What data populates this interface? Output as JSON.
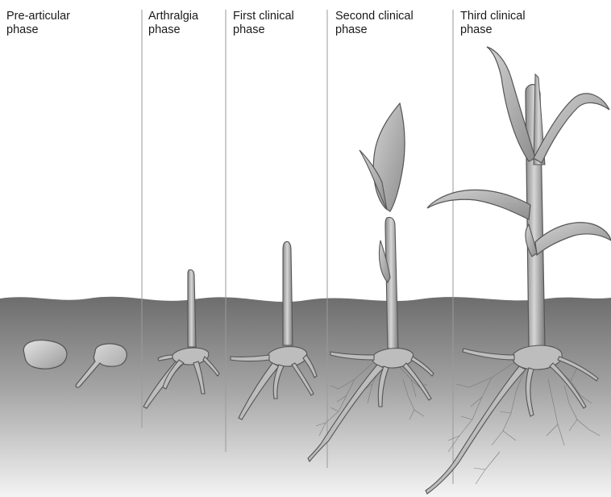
{
  "diagram": {
    "phases": [
      {
        "id": "pre-articular",
        "line1": "Pre-articular",
        "line2": "phase"
      },
      {
        "id": "arthralgia",
        "line1": "Arthralgia",
        "line2": "phase"
      },
      {
        "id": "first-clinical",
        "line1": "First clinical",
        "line2": "phase"
      },
      {
        "id": "second-clinical",
        "line1": "Second clinical",
        "line2": "phase"
      },
      {
        "id": "third-clinical",
        "line1": "Third clinical",
        "line2": "phase"
      }
    ]
  }
}
